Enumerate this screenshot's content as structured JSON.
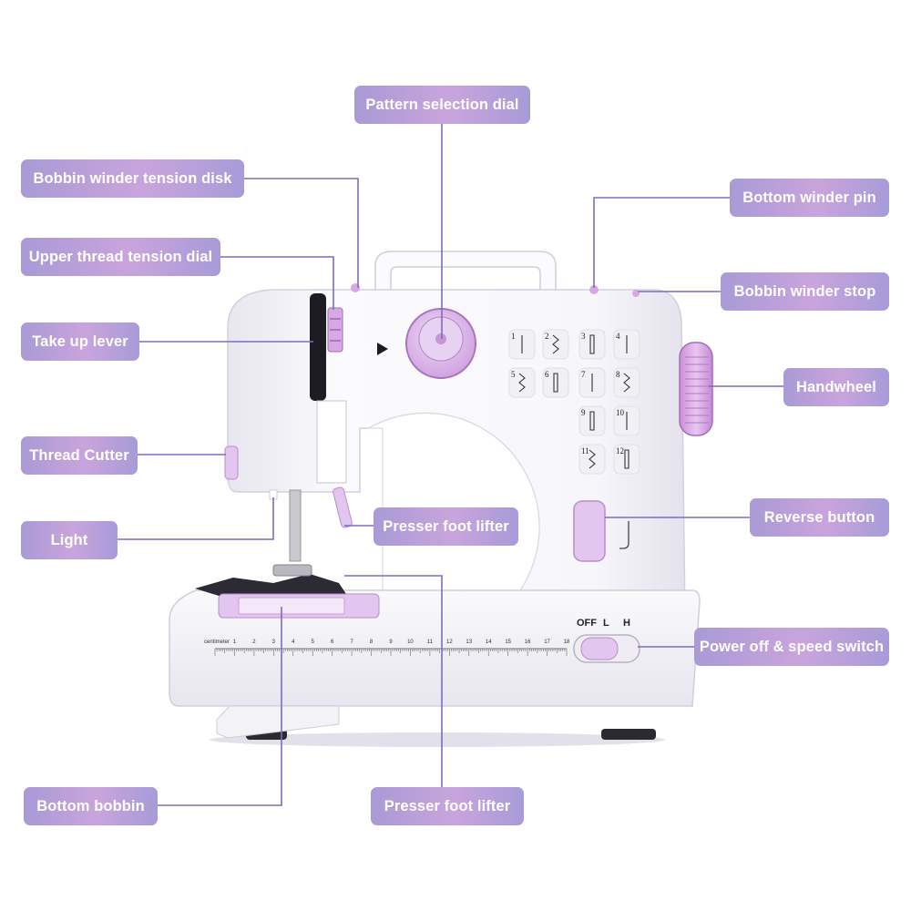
{
  "diagram": {
    "colors": {
      "label_background": "#b9a0dc",
      "leader_line": "#7d6bc4",
      "machine_body": "#ffffff",
      "accent": "#d9b9ec"
    },
    "labels": {
      "pattern_dial": "Pattern selection dial",
      "bobbin_tension": "Bobbin winder tension disk",
      "upper_tension": "Upper thread tension dial",
      "take_up": "Take up lever",
      "thread_cutter": "Thread Cutter",
      "light": "Light",
      "presser_lifter_mid": "Presser foot lifter",
      "bottom_pin": "Bottom winder pin",
      "winder_stop": "Bobbin winder stop",
      "handwheel": "Handwheel",
      "reverse": "Reverse button",
      "power": "Power off & speed switch",
      "bottom_bobbin": "Bottom bobbin",
      "presser_lifter_bottom": "Presser foot lifter"
    },
    "machine": {
      "switch_off": "OFF",
      "switch_l": "L",
      "switch_h": "H",
      "ruler_unit": "centimeter",
      "ruler_numbers": [
        "1",
        "2",
        "3",
        "4",
        "5",
        "6",
        "7",
        "8",
        "9",
        "10",
        "11",
        "12",
        "13",
        "14",
        "15",
        "16",
        "17",
        "18"
      ],
      "stitch_numbers": [
        "1",
        "2",
        "3",
        "4",
        "5",
        "6",
        "7",
        "8",
        "9",
        "10",
        "11",
        "12"
      ]
    }
  }
}
